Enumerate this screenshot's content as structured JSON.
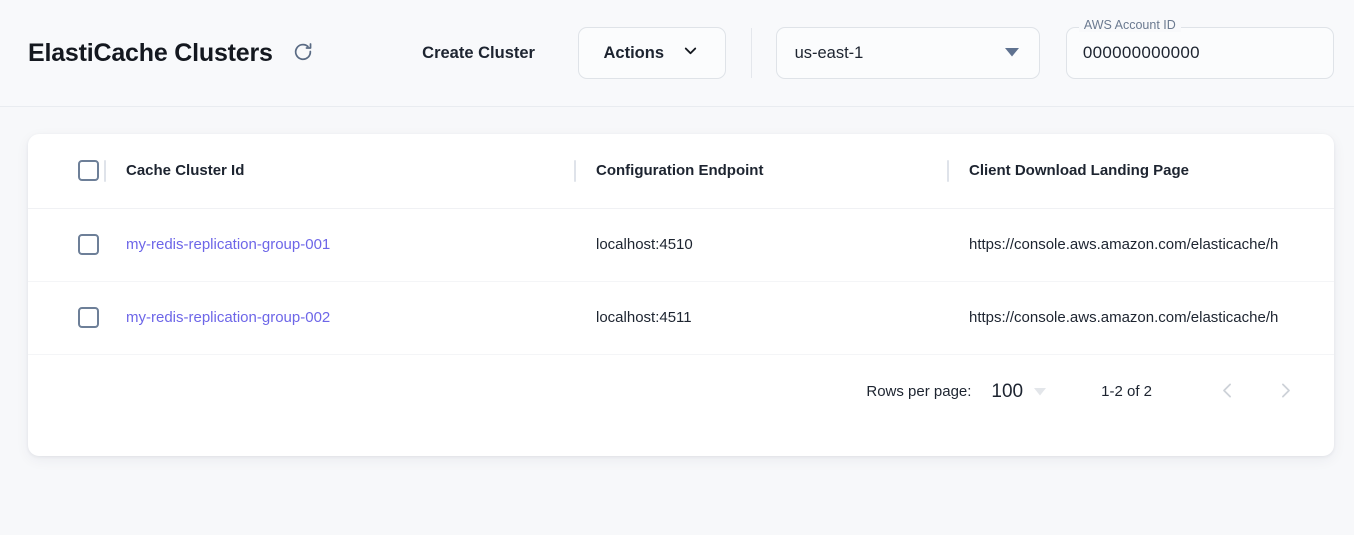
{
  "header": {
    "title": "ElastiCache Clusters",
    "refresh_icon": "refresh-icon",
    "create_cluster_label": "Create Cluster",
    "actions_label": "Actions",
    "actions_chevron_icon": "chevron-down-icon",
    "region": {
      "value": "us-east-1",
      "arrow_icon": "dropdown-triangle-icon"
    },
    "account": {
      "label": "AWS Account ID",
      "value": "000000000000"
    }
  },
  "table": {
    "select_all_checkbox": "unchecked",
    "columns": [
      {
        "key": "checkbox",
        "label": ""
      },
      {
        "key": "cluster_id",
        "label": "Cache Cluster Id"
      },
      {
        "key": "config_endpoint",
        "label": "Configuration Endpoint"
      },
      {
        "key": "landing_page",
        "label": "Client Download Landing Page"
      }
    ],
    "rows": [
      {
        "checkbox": "unchecked",
        "cluster_id": "my-redis-replication-group-001",
        "config_endpoint": "localhost:4510",
        "landing_page": "https://console.aws.amazon.com/elasticache/h"
      },
      {
        "checkbox": "unchecked",
        "cluster_id": "my-redis-replication-group-002",
        "config_endpoint": "localhost:4511",
        "landing_page": "https://console.aws.amazon.com/elasticache/h"
      }
    ]
  },
  "pagination": {
    "rows_per_page_label": "Rows per page:",
    "rows_per_page_value": "100",
    "rows_per_page_arrow_icon": "dropdown-triangle-icon",
    "range_label": "1-2 of 2",
    "prev_icon": "chevron-left-icon",
    "next_icon": "chevron-right-icon"
  },
  "colors": {
    "link": "#6d66e8",
    "page_bg": "#f7f8fa",
    "card_bg": "#ffffff",
    "text": "#1d2430",
    "muted": "#6b7a90"
  }
}
